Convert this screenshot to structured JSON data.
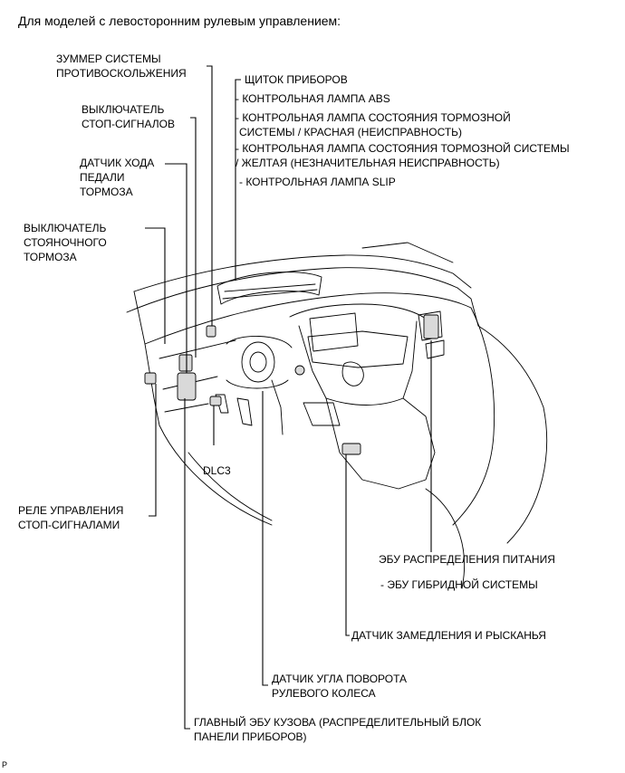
{
  "title": "Для моделей с левосторонним рулевым управлением:",
  "corner_mark": "P",
  "labels": {
    "buzzer": [
      "ЗУММЕР СИСТЕМЫ",
      "ПРОТИВОСКОЛЬЖЕНИЯ"
    ],
    "stop_switch": [
      "ВЫКЛЮЧАТЕЛЬ",
      "СТОП-СИГНАЛОВ"
    ],
    "pedal_sensor": [
      "ДАТЧИК ХОДА",
      "ПЕДАЛИ",
      "ТОРМОЗА"
    ],
    "parking_switch": [
      "ВЫКЛЮЧАТЕЛЬ",
      "СТОЯНОЧНОГО",
      "ТОРМОЗА"
    ],
    "cluster": {
      "heading": "ЩИТОК ПРИБОРОВ",
      "items": [
        "- КОНТРОЛЬНАЯ ЛАМПА ABS",
        "- КОНТРОЛЬНАЯ ЛАМПА СОСТОЯНИЯ ТОРМОЗНОЙ",
        "СИСТЕМЫ / КРАСНАЯ (НЕИСПРАВНОСТЬ)",
        "- КОНТРОЛЬНАЯ ЛАМПА СОСТОЯНИЯ ТОРМОЗНОЙ СИСТЕМЫ",
        "/ ЖЕЛТАЯ (НЕЗНАЧИТЕЛЬНАЯ НЕИСПРАВНОСТЬ)",
        "- КОНТРОЛЬНАЯ ЛАМПА SLIP"
      ]
    },
    "dlc3": "DLC3",
    "relay": [
      "РЕЛЕ УПРАВЛЕНИЯ",
      "СТОП-СИГНАЛАМИ"
    ],
    "power_ecu": "ЭБУ РАСПРЕДЕЛЕНИЯ ПИТАНИЯ",
    "hybrid_ecu": "- ЭБУ ГИБРИДНОЙ СИСТЕМЫ",
    "yaw_sensor": "ДАТЧИК ЗАМЕДЛЕНИЯ И РЫСКАНЬЯ",
    "steering_sensor": [
      "ДАТЧИК УГЛА ПОВОРОТА",
      "РУЛЕВОГО КОЛЕСА"
    ],
    "body_ecu": [
      "ГЛАВНЫЙ ЭБУ КУЗОВА (РАСПРЕДЕЛИТЕЛЬНЫЙ БЛОК",
      "ПАНЕЛИ ПРИБОРОВ)"
    ]
  }
}
